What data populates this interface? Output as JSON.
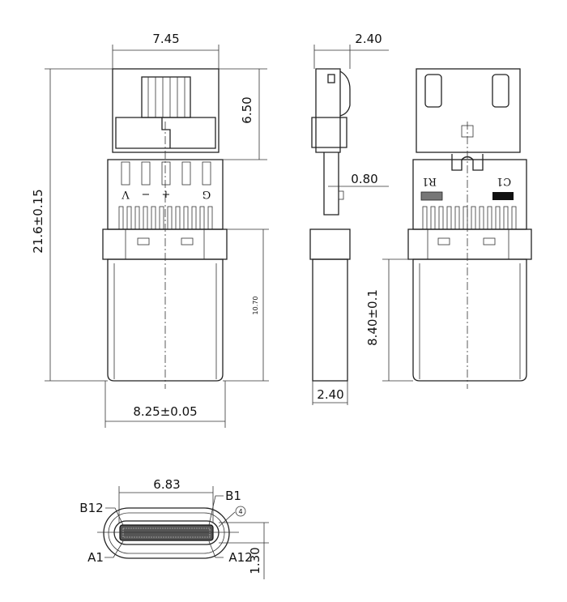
{
  "dimensions": {
    "front_width": "7.45",
    "front_top_height": "6.50",
    "overall_length": "21.6±0.15",
    "shell_length": "10.70",
    "shell_width": "8.25±0.05",
    "side_thickness_top": "2.40",
    "pcb_thickness": "0.80",
    "side_thickness_bottom": "2.40",
    "rear_shell_length": "8.40±0.1",
    "opening_width": "6.83",
    "opening_height": "1.30"
  },
  "front_pin_labels": [
    "V",
    "−",
    "+",
    "G"
  ],
  "rear_labels": {
    "resistor": "R1",
    "capacitor": "C1"
  },
  "end_view_labels": {
    "b12": "B12",
    "b1": "B1",
    "a1": "A1",
    "a12": "A12",
    "callout": "4"
  }
}
